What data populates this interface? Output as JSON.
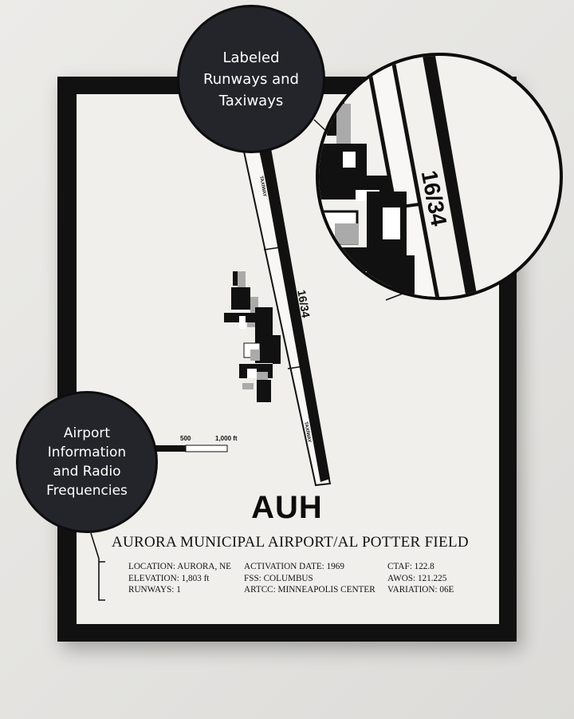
{
  "poster": {
    "code": "AUH",
    "full_name": "AURORA MUNICIPAL AIRPORT/AL POTTER FIELD",
    "runway_label": "16/34",
    "taxiway_label": "TAXIWAY",
    "scale": {
      "label_500": "500",
      "label_1000": "1,000 ft"
    },
    "info": {
      "col1": [
        "LOCATION: AURORA, NE",
        "ELEVATION: 1,803 ft",
        "RUNWAYS: 1"
      ],
      "col2": [
        "ACTIVATION DATE: 1969",
        "FSS: COLUMBUS",
        "ARTCC: MINNEAPOLIS CENTER"
      ],
      "col3": [
        "CTAF: 122.8",
        "AWOS: 121.225",
        "VARIATION: 06E"
      ]
    }
  },
  "callouts": {
    "top": [
      "Labeled",
      "Runways and",
      "Taxiways"
    ],
    "left": [
      "Airport",
      "Information",
      "and Radio",
      "Frequencies"
    ]
  },
  "zoom": {
    "runway_label": "16/34"
  },
  "colors": {
    "wall": "#e6e5e2",
    "frame": "#111111",
    "paper": "#f1efec",
    "callout": "#24252a",
    "ink": "#0c0c0c"
  }
}
